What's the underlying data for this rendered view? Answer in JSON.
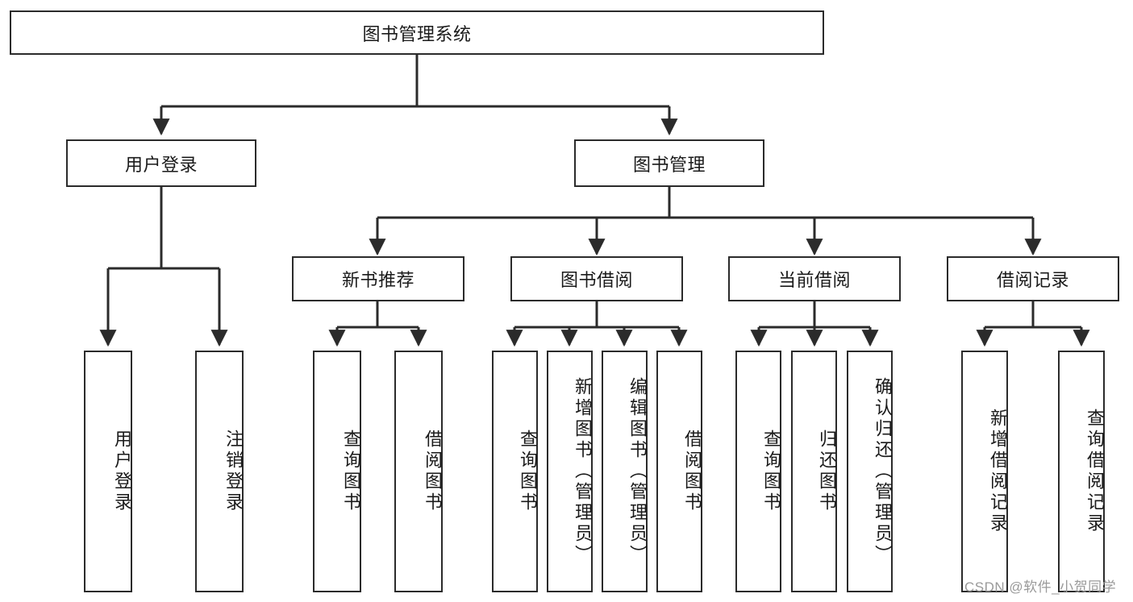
{
  "diagram": {
    "type": "hierarchy-tree",
    "title": "图书管理系统",
    "watermark": "CSDN @软件_小贺同学",
    "colors": {
      "box_border": "#2b2b2b",
      "box_fill": "#ffffff",
      "connector": "#2b2b2b",
      "text": "#1a1a1a",
      "watermark": "#9a9a9a"
    },
    "root": {
      "label": "图书管理系统"
    },
    "level2": [
      {
        "label": "用户登录"
      },
      {
        "label": "图书管理"
      }
    ],
    "level3": [
      {
        "label": "新书推荐"
      },
      {
        "label": "图书借阅"
      },
      {
        "label": "当前借阅"
      },
      {
        "label": "借阅记录"
      }
    ],
    "leaves": {
      "user_login": [
        {
          "label": "用户登录"
        },
        {
          "label": "注销登录"
        }
      ],
      "new_book_recommend": [
        {
          "label": "查询图书"
        },
        {
          "label": "借阅图书"
        }
      ],
      "book_borrow": [
        {
          "label": "查询图书"
        },
        {
          "label": "新增图书（管理员）"
        },
        {
          "label": "编辑图书（管理员）"
        },
        {
          "label": "借阅图书"
        }
      ],
      "current_borrow": [
        {
          "label": "查询图书"
        },
        {
          "label": "归还图书"
        },
        {
          "label": "确认归还（管理员）"
        }
      ],
      "borrow_records": [
        {
          "label": "新增借阅记录"
        },
        {
          "label": "查询借阅记录"
        }
      ]
    }
  }
}
